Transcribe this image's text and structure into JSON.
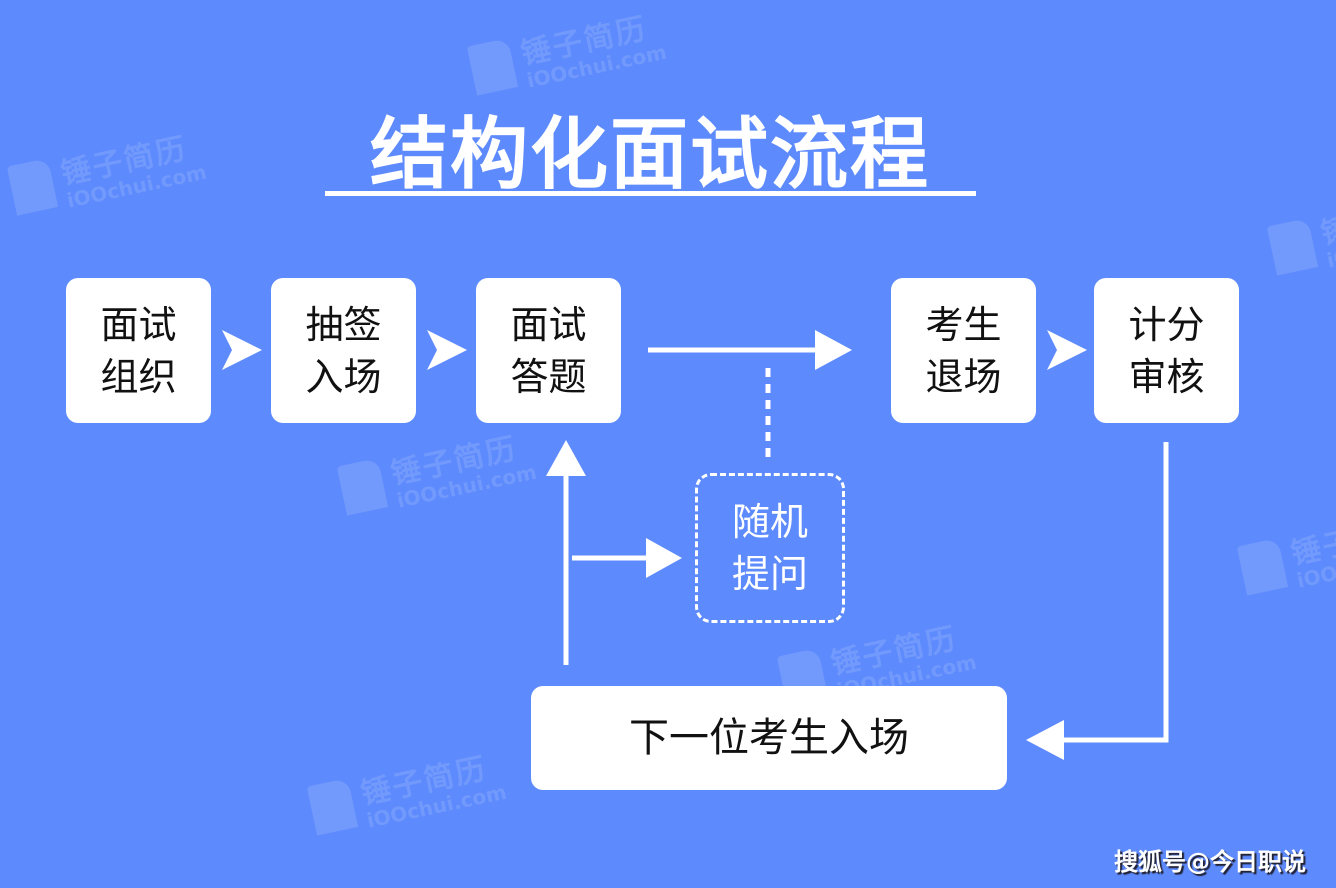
{
  "title": "结构化面试流程",
  "steps": [
    {
      "label": "面试组织"
    },
    {
      "label": "抽签入场"
    },
    {
      "label": "面试答题"
    },
    {
      "label": "考生退场"
    },
    {
      "label": "计分审核"
    }
  ],
  "random_question": "随机提问",
  "next_candidate": "下一位考生入场",
  "watermark": {
    "brand": "锤子简历",
    "url": "iOOchui.com"
  },
  "credit": "搜狐号@今日职说",
  "colors": {
    "background": "#5d8afc",
    "box": "#ffffff"
  }
}
